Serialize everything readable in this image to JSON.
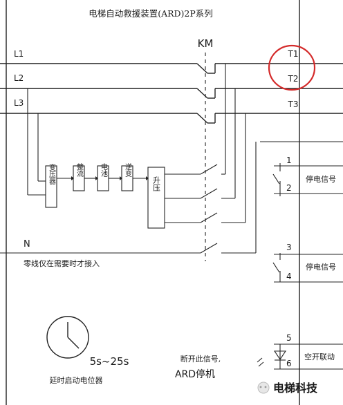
{
  "title": "电梯自动救援装置(ARD)2P系列",
  "contactor": "KM",
  "inputs": [
    "L1",
    "L2",
    "L3"
  ],
  "neutral": "N",
  "neutral_note": "零线仅在需要时才接入",
  "outputs": [
    "T1",
    "T2",
    "T3"
  ],
  "modules": [
    "变压器",
    "整流",
    "电池",
    "逆变",
    "升压"
  ],
  "terminals": [
    "1",
    "2",
    "3",
    "4",
    "5",
    "6"
  ],
  "signals": [
    "停电信号",
    "停电信号",
    "空开联动"
  ],
  "timer_range": "5s~25s",
  "timer_label": "延时启动电位器",
  "open_note_line1": "断开此信号,",
  "open_note_line2": "ARD停机",
  "watermark": "电梯科技",
  "colors": {
    "line": "#222222",
    "highlight": "#d42a2a"
  }
}
